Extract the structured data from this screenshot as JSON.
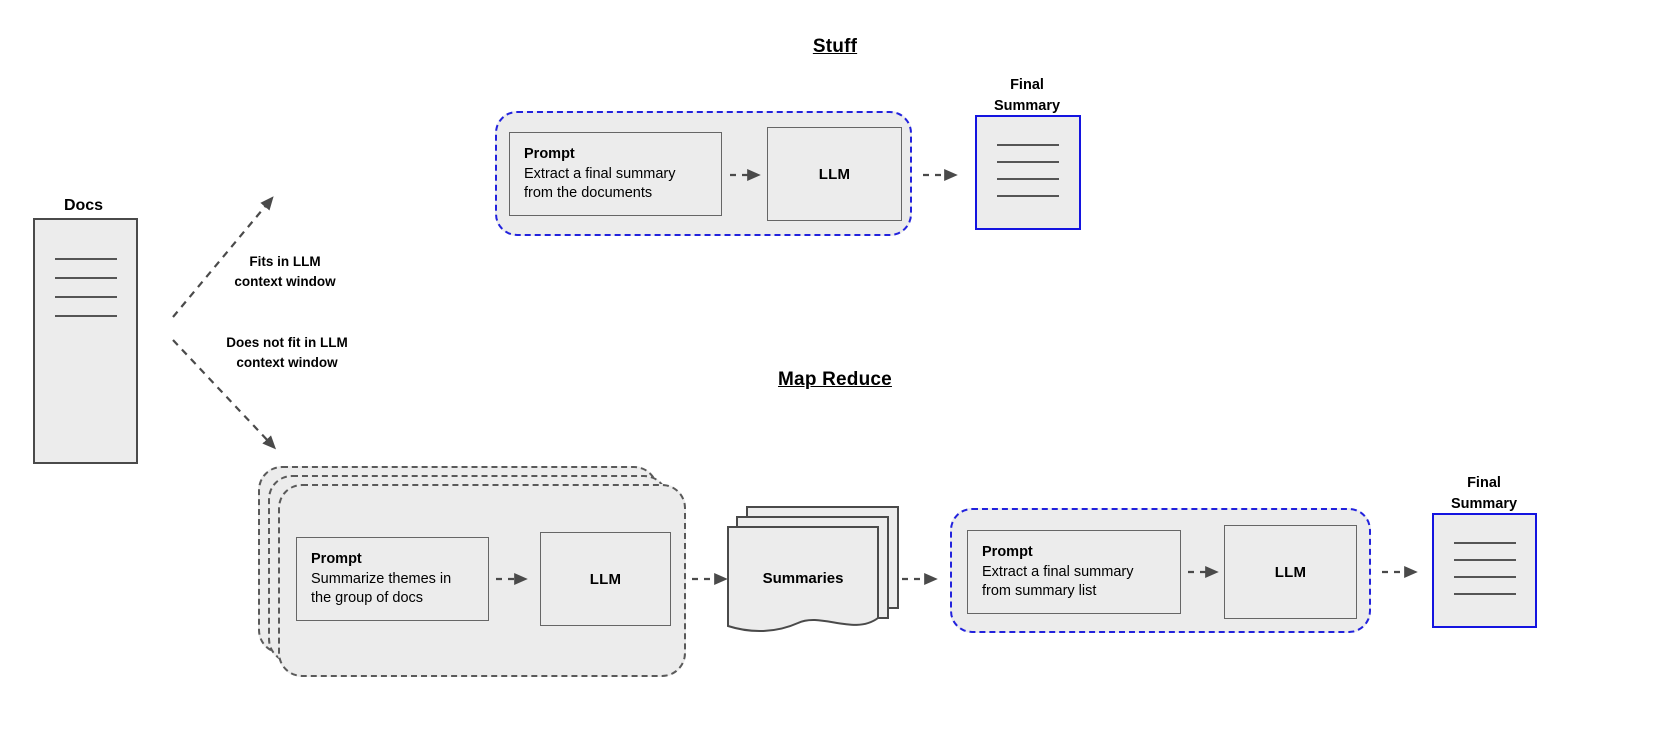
{
  "diagram": {
    "title_stuff": "Stuff",
    "title_map_reduce": "Map Reduce"
  },
  "docs": {
    "label": "Docs",
    "line_count": 4
  },
  "branches": [
    {
      "label": "Fits in LLM\ncontext window",
      "direction": "up"
    },
    {
      "label": "Does not fit in LLM\ncontext window",
      "direction": "down"
    }
  ],
  "stuff": {
    "prompt": {
      "title": "Prompt",
      "body": "Extract a final summary\nfrom the documents"
    },
    "llm": {
      "label": "LLM"
    },
    "final_summary": {
      "label": "Final\nSummary",
      "line_count": 4
    }
  },
  "map_reduce": {
    "map": {
      "prompt": {
        "title": "Prompt",
        "body": "Summarize themes in\nthe group of docs"
      },
      "llm": {
        "label": "LLM"
      },
      "stack_layers": 3
    },
    "summaries": {
      "label": "Summaries",
      "stack_layers": 3
    },
    "reduce": {
      "prompt": {
        "title": "Prompt",
        "body": "Extract a final summary\nfrom summary list"
      },
      "llm": {
        "label": "LLM"
      }
    },
    "final_summary": {
      "label": "Final\nSummary",
      "line_count": 4
    }
  },
  "colors": {
    "fill": "#ececec",
    "box_border": "#666666",
    "doc_border": "#4a4a4a",
    "accent_blue": "#1414e0",
    "dashed_blue": "#2222dd",
    "dashed_gray": "#5a5a5a",
    "arrow": "#4a4a4a",
    "text": "#000000"
  }
}
